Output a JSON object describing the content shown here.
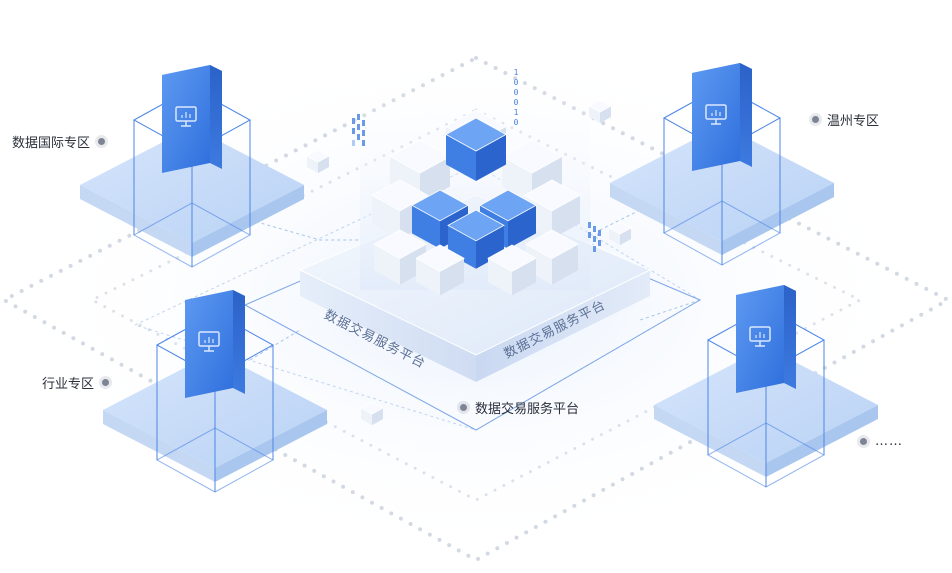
{
  "zones": {
    "international": "数据国际专区",
    "wenzhou": "温州专区",
    "industry": "行业专区",
    "more": "……"
  },
  "platform": {
    "center_label": "数据交易服务平台",
    "face_left": "数据交易服务平台",
    "face_right": "数据交易服务平台"
  },
  "binary_stream": "100010",
  "colors": {
    "accent": "#3b7be6",
    "accent_light": "#9fc2f5",
    "platform_face": "#dfe9f8",
    "dots": "#d5dae3",
    "label_text": "#2a2f3a"
  },
  "icons": {
    "server": "server-monitor-icon"
  }
}
